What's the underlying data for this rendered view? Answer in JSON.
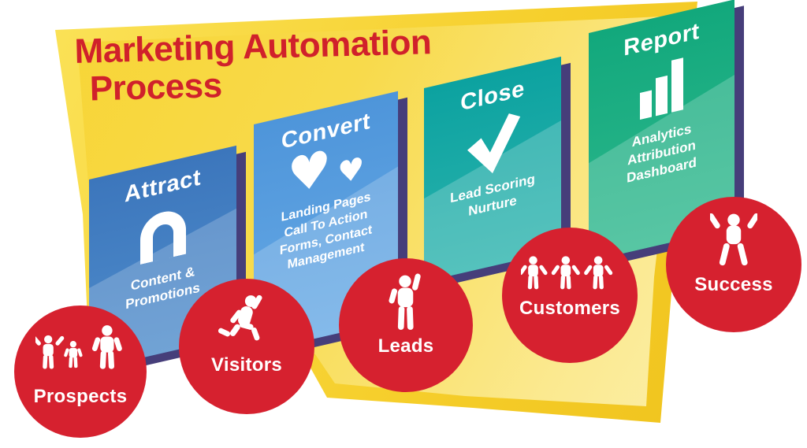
{
  "title": {
    "line1": "Marketing Automation",
    "line2": "Process"
  },
  "stages": [
    {
      "id": "attract",
      "label": "Attract",
      "icon": "magnet-icon",
      "lines": [
        "Content &",
        "Promotions"
      ]
    },
    {
      "id": "convert",
      "label": "Convert",
      "icon": "hearts-icon",
      "lines": [
        "Landing Pages",
        "Call To Action",
        "Forms, Contact",
        "Management"
      ]
    },
    {
      "id": "close",
      "label": "Close",
      "icon": "checkmark-icon",
      "lines": [
        "Lead Scoring",
        "Nurture"
      ]
    },
    {
      "id": "report",
      "label": "Report",
      "icon": "bar-chart-icon",
      "lines": [
        "Analytics",
        "Attribution",
        "Dashboard"
      ]
    }
  ],
  "audience": [
    {
      "label": "Prospects",
      "icon": "people-group-icon"
    },
    {
      "label": "Visitors",
      "icon": "running-person-icon"
    },
    {
      "label": "Leads",
      "icon": "raised-hand-person-icon"
    },
    {
      "label": "Customers",
      "icon": "people-holding-hands-icon"
    },
    {
      "label": "Success",
      "icon": "celebrating-person-icon"
    }
  ],
  "colors": {
    "background_yellow": "#F6CF2C",
    "background_cream": "#FCF3BA",
    "attract_blue": "#3C76BC",
    "convert_blue": "#4E95DA",
    "close_teal": "#0CA2A0",
    "report_green": "#12A87C",
    "shadow_navy": "#463E7A",
    "circle_red": "#D6212F",
    "title_red": "#D0212B",
    "text_white": "#FFFFFF"
  }
}
